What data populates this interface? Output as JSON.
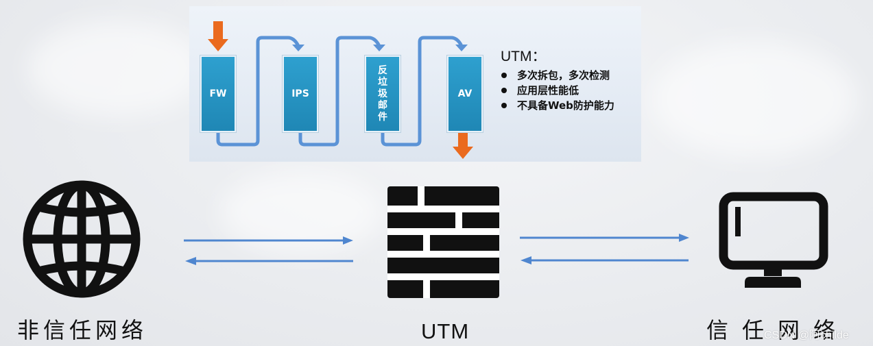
{
  "panel": {
    "modules": [
      {
        "label": "FW"
      },
      {
        "label": "IPS"
      },
      {
        "label": "反垃圾邮件"
      },
      {
        "label": "AV"
      }
    ],
    "note": {
      "title": "UTM：",
      "bullets": [
        "多次拆包，多次检测",
        "应用层性能低",
        "不具备Web防护能力"
      ]
    },
    "colors": {
      "flow_line": "#5b93d6",
      "arrow": "#ea6a1e",
      "module": "#2696c6"
    }
  },
  "nodes": {
    "untrusted": {
      "label": "非信任网络",
      "icon": "globe-icon"
    },
    "utm": {
      "label": "UTM",
      "icon": "firewall-brick-icon"
    },
    "trusted": {
      "label": "信任网络",
      "icon": "monitor-icon"
    }
  },
  "connector_color": "#4f86cf",
  "watermark": "CSDN @阿childe"
}
